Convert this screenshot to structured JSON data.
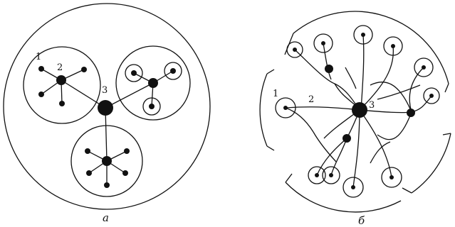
{
  "panel_a": {
    "caption": "а",
    "labels": [
      "1",
      "2",
      "3"
    ]
  },
  "panel_b": {
    "caption": "б",
    "labels": [
      "1",
      "2",
      "3"
    ]
  }
}
